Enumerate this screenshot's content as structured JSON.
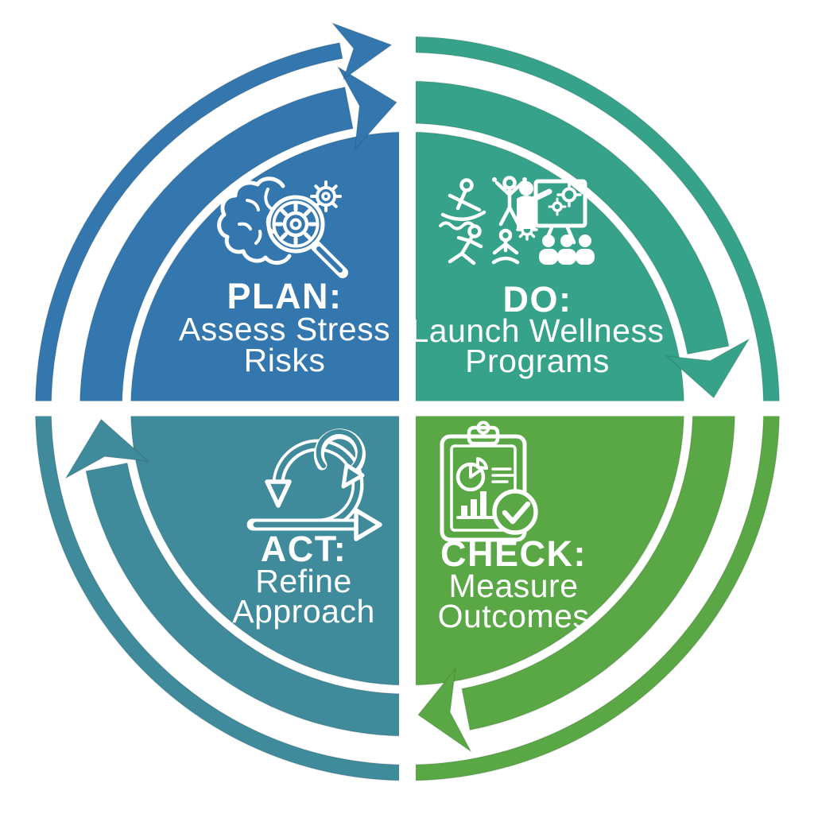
{
  "diagram": {
    "type": "cycle-diagram",
    "flow_direction": "clockwise",
    "background_color": "#ffffff",
    "text_color": "#ffffff"
  },
  "quadrants": [
    {
      "position": "top-left",
      "stage": "PLAN:",
      "description": "Assess Stress Risks",
      "lines": [
        "Assess Stress",
        "Risks"
      ],
      "color": "#3377ae",
      "icon": "brain-magnifier-gears-icon"
    },
    {
      "position": "top-right",
      "stage": "DO:",
      "description": "Launch Wellness Programs",
      "lines": [
        "Launch Wellness",
        "Programs"
      ],
      "color": "#36a28a",
      "icon": "wellness-activities-icon"
    },
    {
      "position": "bottom-right",
      "stage": "CHECK:",
      "description": "Measure Outcomes",
      "lines": [
        "Measure",
        "Outcomes"
      ],
      "color": "#5aa746",
      "icon": "clipboard-analytics-check-icon"
    },
    {
      "position": "bottom-left",
      "stage": "ACT:",
      "description": "Refine Approach",
      "lines": [
        "Refine",
        "Approach"
      ],
      "color": "#3f8a9b",
      "icon": "iteration-loop-arrow-icon"
    }
  ]
}
